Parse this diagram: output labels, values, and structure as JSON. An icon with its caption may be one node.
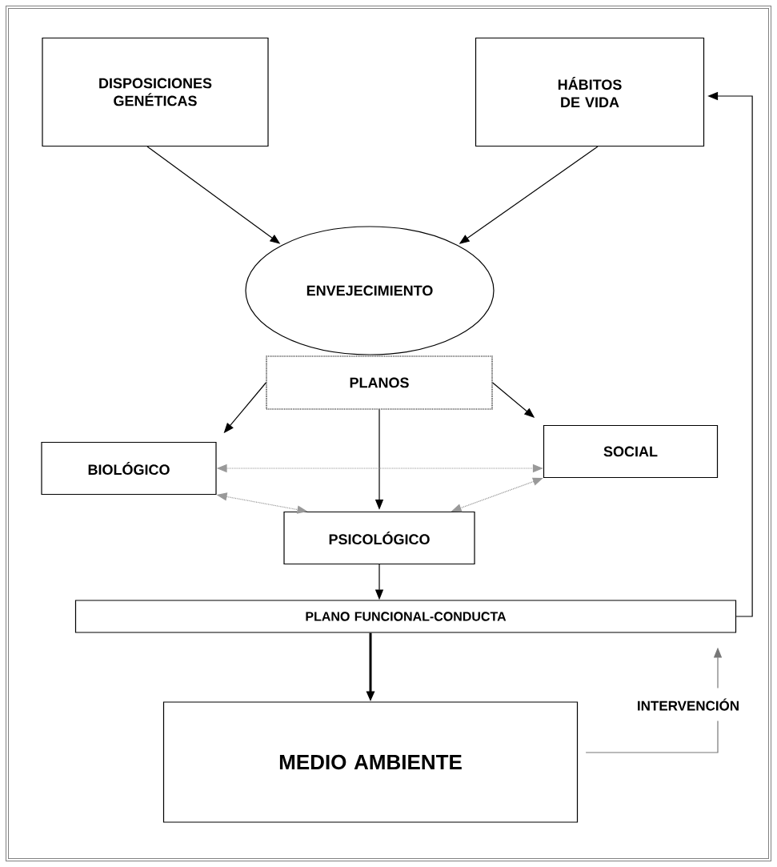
{
  "diagram": {
    "nodes": [
      {
        "text": [
          "DISPOSICIONES GENÉTICAS"
        ]
      },
      {
        "text": [
          "HÁBITOS DE VIDA"
        ]
      },
      {
        "text": [
          "ENVEJECIMIENTO"
        ]
      },
      {
        "text": [
          "PLANOS"
        ]
      },
      {
        "text": [
          "BIOLÓGICO"
        ]
      },
      {
        "text": [
          "SOCIAL"
        ]
      },
      {
        "text": [
          "PSICOLÓGICO"
        ]
      },
      {
        "text": [
          "PLANO FUNCIONAL-CONDUCTA"
        ]
      },
      {
        "text": [
          "MEDIO AMBIENTE"
        ]
      },
      {
        "text": [
          "INTERVENCIÓN"
        ]
      }
    ],
    "edges": [
      {
        "from": 0,
        "to": 2,
        "arrow": "to"
      },
      {
        "from": 1,
        "to": 2,
        "arrow": "to"
      },
      {
        "from": 3,
        "to": 4,
        "arrow": "to"
      },
      {
        "from": 3,
        "to": 5,
        "arrow": "to"
      },
      {
        "from": 3,
        "to": 6,
        "arrow": "to"
      },
      {
        "from": 4,
        "to": 5,
        "arrow": "both",
        "style": "dashed",
        "color": "#999999"
      },
      {
        "from": 4,
        "to": 6,
        "arrow": "both",
        "style": "dashed",
        "color": "#999999"
      },
      {
        "from": 5,
        "to": 6,
        "arrow": "both",
        "style": "dashed",
        "color": "#999999"
      },
      {
        "from": 6,
        "to": 7,
        "arrow": "to"
      },
      {
        "from": 7,
        "to": 8,
        "arrow": "to",
        "style": "thick"
      },
      {
        "from": 7,
        "to": 1,
        "arrow": "to"
      },
      {
        "from": 8,
        "to": 9,
        "arrow": "none",
        "color": "#777777"
      },
      {
        "from": 9,
        "to": 7,
        "arrow": "to",
        "color": "#777777"
      }
    ]
  }
}
